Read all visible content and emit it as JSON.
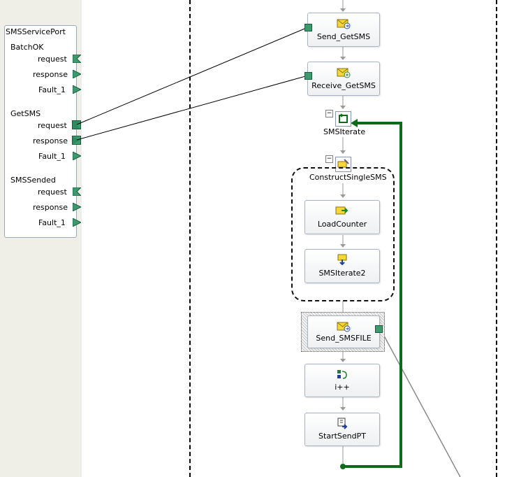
{
  "port_panel": {
    "title": "SMSServicePort",
    "operations": [
      {
        "name": "BatchOK",
        "ports": [
          "request",
          "response",
          "Fault_1"
        ]
      },
      {
        "name": "GetSMS",
        "ports": [
          "request",
          "response",
          "Fault_1"
        ]
      },
      {
        "name": "SMSSended",
        "ports": [
          "request",
          "response",
          "Fault_1"
        ]
      }
    ]
  },
  "orchestration": {
    "send_getsms": "Send_GetSMS",
    "receive_getsms": "Receive_GetSMS",
    "loop_label": "SMSIterate",
    "construct_label": "ConstructSingleSMS",
    "loadcounter": "LoadCounter",
    "smsiterate2": "SMSIterate2",
    "send_smsfile": "Send_SMSFILE",
    "increment": "i++",
    "startsendpt": "StartSendPT"
  },
  "colors": {
    "port_green": "#3c9a6e",
    "loop_green": "#0e6b1a",
    "connector": "#000000"
  }
}
